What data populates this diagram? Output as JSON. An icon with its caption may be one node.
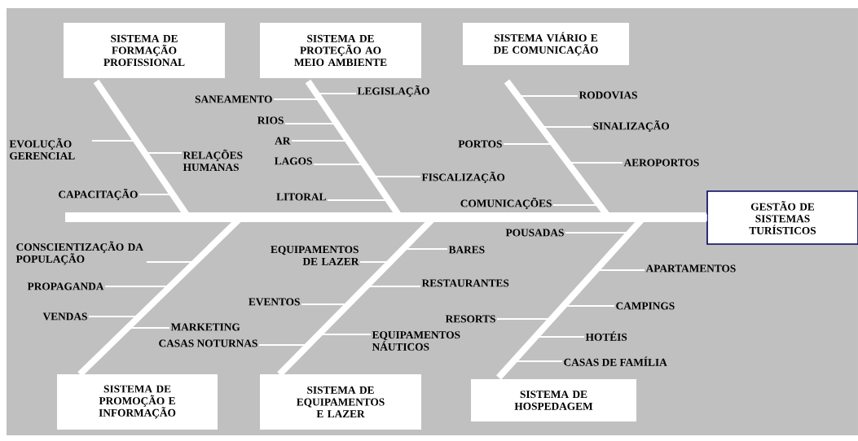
{
  "diagram": {
    "nodes": [
      {
        "text": [
          "SISTEMA DE FORMAÇÃO PROFISSIONAL"
        ]
      },
      {
        "text": [
          "SISTEMA DE PROTEÇÃO AO MEIO AMBIENTE"
        ]
      },
      {
        "text": [
          "SISTEMA VIÁRIO E DE COMUNICAÇÃO"
        ]
      },
      {
        "text": [
          "GESTÃO DE SISTEMAS TURÍSTICOS"
        ]
      },
      {
        "text": [
          "SISTEMA DE PROMOÇÃO E INFORMAÇÃO"
        ]
      },
      {
        "text": [
          "SISTEMA DE EQUIPAMENTOS E LAZER"
        ]
      },
      {
        "text": [
          "SISTEMA DE HOSPEDAGEM"
        ]
      },
      {
        "text": [
          "EVOLUÇÃO GERENCIAL"
        ]
      },
      {
        "text": [
          "RELAÇÕES HUMANAS"
        ]
      },
      {
        "text": [
          "CAPACITAÇÃO"
        ]
      },
      {
        "text": [
          "SANEAMENTO"
        ]
      },
      {
        "text": [
          "LEGISLAÇÃO"
        ]
      },
      {
        "text": [
          "RIOS"
        ]
      },
      {
        "text": [
          "AR"
        ]
      },
      {
        "text": [
          "LAGOS"
        ]
      },
      {
        "text": [
          "FISCALIZAÇÃO"
        ]
      },
      {
        "text": [
          "LITORAL"
        ]
      },
      {
        "text": [
          "RODOVIAS"
        ]
      },
      {
        "text": [
          "SINALIZAÇÃO"
        ]
      },
      {
        "text": [
          "PORTOS"
        ]
      },
      {
        "text": [
          "AEROPORTOS"
        ]
      },
      {
        "text": [
          "COMUNICAÇÕES"
        ]
      },
      {
        "text": [
          "POUSADAS"
        ]
      },
      {
        "text": [
          "CONSCIENTIZAÇÃO DA POPULAÇÃO"
        ]
      },
      {
        "text": [
          "EQUIPAMENTOS DE LAZER"
        ]
      },
      {
        "text": [
          "BARES"
        ]
      },
      {
        "text": [
          "APARTAMENTOS"
        ]
      },
      {
        "text": [
          "PROPAGANDA"
        ]
      },
      {
        "text": [
          "RESTAURANTES"
        ]
      },
      {
        "text": [
          "EVENTOS"
        ]
      },
      {
        "text": [
          "CAMPINGS"
        ]
      },
      {
        "text": [
          "VENDAS"
        ]
      },
      {
        "text": [
          "RESORTS"
        ]
      },
      {
        "text": [
          "MARKETING"
        ]
      },
      {
        "text": [
          "HOTÉIS"
        ]
      },
      {
        "text": [
          "EQUIPAMENTOS NÁUTICOS"
        ]
      },
      {
        "text": [
          "CASAS NOTURNAS"
        ]
      },
      {
        "text": [
          "CASAS DE FAMÍLIA"
        ]
      }
    ],
    "edges": [
      {
        "from": 0,
        "to": 3,
        "arrow": "none",
        "style": "thick"
      },
      {
        "from": 1,
        "to": 3,
        "arrow": "none",
        "style": "thick"
      },
      {
        "from": 2,
        "to": 3,
        "arrow": "none",
        "style": "thick"
      },
      {
        "from": 4,
        "to": 3,
        "arrow": "none",
        "style": "thick"
      },
      {
        "from": 5,
        "to": 3,
        "arrow": "none",
        "style": "thick"
      },
      {
        "from": 6,
        "to": 3,
        "arrow": "none",
        "style": "thick"
      },
      {
        "from": 7,
        "to": null,
        "arrow": "none"
      },
      {
        "from": 8,
        "to": null,
        "arrow": "none"
      },
      {
        "from": 9,
        "to": null,
        "arrow": "none"
      },
      {
        "from": 10,
        "to": null,
        "arrow": "none"
      },
      {
        "from": 11,
        "to": null,
        "arrow": "none"
      },
      {
        "from": 12,
        "to": null,
        "arrow": "none"
      },
      {
        "from": 13,
        "to": null,
        "arrow": "none"
      },
      {
        "from": 14,
        "to": null,
        "arrow": "none"
      },
      {
        "from": 15,
        "to": null,
        "arrow": "none"
      },
      {
        "from": 16,
        "to": null,
        "arrow": "none"
      },
      {
        "from": 17,
        "to": null,
        "arrow": "none"
      },
      {
        "from": 18,
        "to": null,
        "arrow": "none"
      },
      {
        "from": 19,
        "to": null,
        "arrow": "none"
      },
      {
        "from": 20,
        "to": null,
        "arrow": "none"
      },
      {
        "from": 21,
        "to": null,
        "arrow": "none"
      },
      {
        "from": 22,
        "to": null,
        "arrow": "none"
      },
      {
        "from": 23,
        "to": null,
        "arrow": "none"
      },
      {
        "from": 24,
        "to": null,
        "arrow": "none"
      },
      {
        "from": 25,
        "to": null,
        "arrow": "none"
      },
      {
        "from": 26,
        "to": null,
        "arrow": "none"
      },
      {
        "from": 27,
        "to": null,
        "arrow": "none"
      },
      {
        "from": 28,
        "to": null,
        "arrow": "none"
      },
      {
        "from": 29,
        "to": null,
        "arrow": "none"
      },
      {
        "from": 30,
        "to": null,
        "arrow": "none"
      },
      {
        "from": 31,
        "to": null,
        "arrow": "none"
      },
      {
        "from": 32,
        "to": null,
        "arrow": "none"
      },
      {
        "from": 33,
        "to": null,
        "arrow": "none"
      },
      {
        "from": 34,
        "to": null,
        "arrow": "none"
      },
      {
        "from": 35,
        "to": null,
        "arrow": "none"
      },
      {
        "from": 36,
        "to": null,
        "arrow": "none"
      },
      {
        "from": 37,
        "to": null,
        "arrow": "none"
      }
    ]
  }
}
